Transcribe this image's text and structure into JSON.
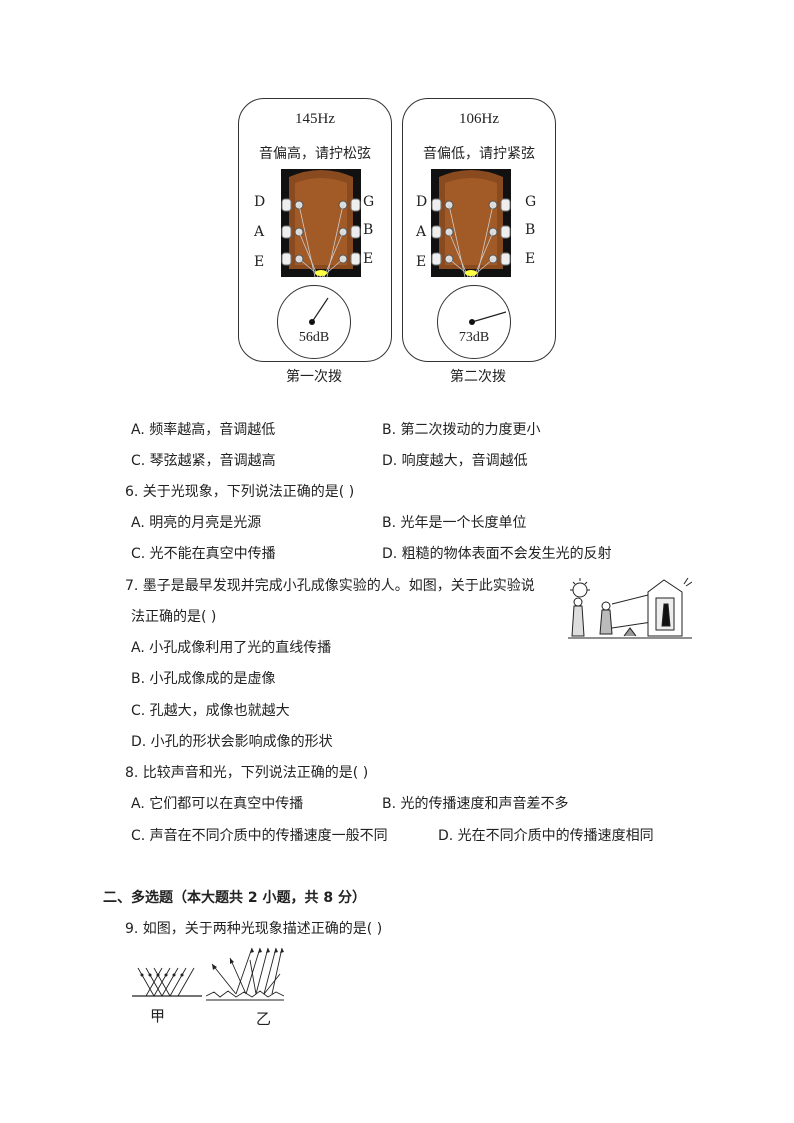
{
  "figure": {
    "panels": [
      {
        "freq": "145Hz",
        "hint": "音偏高，请拧松弦",
        "db": "56dB",
        "caption": "第一次拨",
        "labels_left": [
          "D",
          "A",
          "E"
        ],
        "labels_right": [
          "G",
          "B",
          "E"
        ]
      },
      {
        "freq": "106Hz",
        "hint": "音偏低，请拧紧弦",
        "db": "73dB",
        "caption": "第二次拨",
        "labels_left": [
          "D",
          "A",
          "E"
        ],
        "labels_right": [
          "G",
          "B",
          "E"
        ]
      }
    ]
  },
  "q5": {
    "options": [
      "A.  频率越高，音调越低",
      "B.  第二次拨动的力度更小",
      "C.  琴弦越紧，音调越高",
      "D.  响度越大，音调越低"
    ]
  },
  "q6": {
    "stem": "6.   关于光现象，下列说法正确的是(    )",
    "options": [
      "A.  明亮的月亮是光源",
      "B.  光年是一个长度单位",
      "C.  光不能在真空中传播",
      "D.  粗糙的物体表面不会发生光的反射"
    ]
  },
  "q7": {
    "stem_line1": "7.   墨子是最早发现并完成小孔成像实验的人。如图，关于此实验说",
    "stem_line2": "法正确的是(    )",
    "options": [
      "A.  小孔成像利用了光的直线传播",
      "B.  小孔成像成的是虚像",
      "C.  孔越大，成像也就越大",
      "D.  小孔的形状会影响成像的形状"
    ]
  },
  "q8": {
    "stem": "8.   比较声音和光，下列说法正确的是(    )",
    "options": [
      "A.  它们都可以在真空中传播",
      "B.  光的传播速度和声音差不多",
      "C.  声音在不同介质中的传播速度一般不同",
      "D.  光在不同介质中的传播速度相同"
    ]
  },
  "section2": {
    "title": "二、多选题（本大题共 2 小题，共 8 分）"
  },
  "q9": {
    "stem": "9.   如图，关于两种光现象描述正确的是(    )",
    "label_a": "甲",
    "label_b": "乙"
  }
}
